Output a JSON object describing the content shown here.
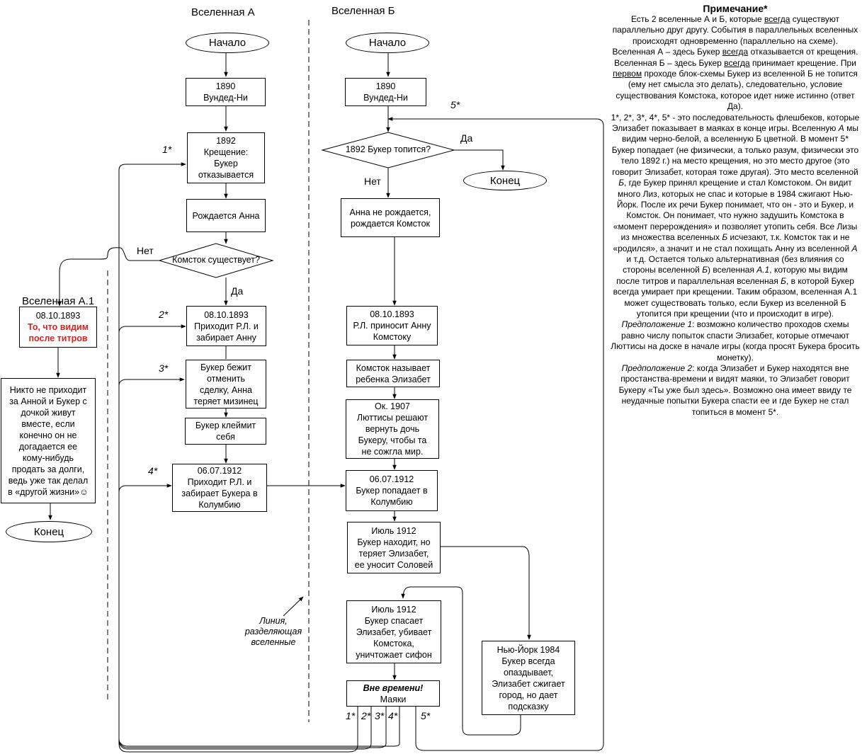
{
  "headers": {
    "universe_a": "Вселенная А",
    "universe_b": "Вселенная Б",
    "universe_a1": "Вселенная А.1"
  },
  "a": {
    "start": "Начало",
    "b1890": "1890\nВундед-Ни",
    "b1892": "1892\nКрещение:\nБукер\nотказывается",
    "anna_born": "Рождается Анна",
    "comstock_q": "Комсток существует?",
    "no": "Нет",
    "yes": "Да",
    "b08": "08.10.1893\nПриходит Р.Л. и\nзабирает Анну",
    "runs": "Букер бежит\nотменить\nсделку, Анна\nтеряет мизинец",
    "brand": "Букер клеймит\nсебя",
    "b06": "06.07.1912\nПриходит Р.Л. и\nзабирает Букера в\nКолумбию"
  },
  "a1": {
    "date": "08.10.1893",
    "after_titles": "То, что видим\nпосле титров",
    "nobody": "Никто не приходит\nза Анной и Букер с\nдочкой живут\nвместе, если\nконечно он не\nдогадается ее\nкому-нибудь\nпродать за долги,\nведь уже так делал\nв «другой жизни»☺",
    "end": "Конец"
  },
  "b": {
    "start": "Начало",
    "b1890": "1890\nВундед-Ни",
    "drown_q": "1892 Букер топится?",
    "yes": "Да",
    "no": "Нет",
    "end": "Конец",
    "anna_not": "Анна не рождается,\nрождается Комсток",
    "b08": "08.10.1893\nР.Л. приносит Анну\nКомстоку",
    "names": "Комсток называет\nребенка Элизабет",
    "b1907": "Ок. 1907\nЛюттисы решают\nвернуть дочь\nБукеру, чтобы та\nне сожгла мир.",
    "b06": "06.07.1912\nБукер попадает в\nКолумбию",
    "july_lose": "Июль 1912\nБукер находит, но\nтеряет Элизабет,\nее уносит Соловей",
    "july_save": "Июль 1912\nБукер спасает\nЭлизабет, убивает\nКомстока,\nуничтожает сифон",
    "out_of_time": "Вне времени!",
    "lighthouses": "Маяки",
    "ny1984": "Нью-Йорк 1984\nБукер всегда\nопаздывает,\nЭлизабет сжигает\nгород, но дает\nподсказку"
  },
  "steps": [
    "1*",
    "2*",
    "3*",
    "4*",
    "5*"
  ],
  "divider_label": "Линия,\nразделяющая\nвселенные",
  "note": {
    "title": "Примечание*",
    "p1_html": "Есть 2 вселенные А и Б, которые <span class='u'>всегда</span> существуют параллельно друг другу. События в параллельных вселенных происходят одновременно (параллельно на схеме). Вселенная А – здесь Букер <span class='u'>всегда</span> отказывается от крещения. Вселенная Б – здесь Букер <span class='u'>всегда</span> принимает крещение. При <span class='u'>первом</span> проходе блок-схемы Букер из вселенной Б не топится (ему нет смысла это делать), следовательно, условие существования Комстока, которое идет ниже истинно (ответ Да).",
    "p2_html": "1*, 2*, 3*, 4*, 5* - это последовательность флешбеков, которые Элизабет показывает в маяках в конце игры. Вселенную <span class='i'>А</span> мы видим черно-белой, а вселенную Б цветной. В момент 5* Букер попадает (не физически, а только разум, физически это тело 1892 г.) на место крещения, но это место другое (это говорит Элизабет, которая тоже другая). Это место вселенной <span class='i'>Б</span>, где Букер принял крещение и стал Комстоком. Он видит много Лиз, которых не спас и которые в 1984 сжигают Нью-Йорк. После их речи Букер понимает, что он - это и Букер, и Комсток. Он понимает, что нужно задушить Комстока в «момент перерождения» и позволяет утопить себя. Все Лизы из множества вселенных <span class='i'>Б</span> исчезают, т.к. Комсток так и не «родился», а значит и не стал похищать Анну из вселенной <span class='i'>А</span> и т.д. Остается только альтернативная (без влияния со стороны вселенной <span class='i'>Б</span>) вселенная <span class='i'>А.1</span>, которую мы видим после титров и параллельная вселенная <span class='i'>Б</span>, в которой Букер всегда умирает при крещении. Таким образом, вселенная А.1 может существовать только, если Букер из вселенной Б утопится при крещении (что и происходит в игре).",
    "p3_html": "<span class='i'>Предположение 1</span>: возможно количество проходов схемы равно числу попыток спасти Элизабет, которые отмечают Люттисы на доске в начале игры (когда просят Букера бросить монетку).",
    "p4_html": "<span class='i'>Предположение 2</span>: когда Элизабет и Букер находятся вне простанства-времени и видят маяки, то Элизабет говорит Букеру «Ты уже был здесь». Возможно она имеет ввиду те неудачные попытки Букера спасти ее и где Букер не стал топиться в момент 5*."
  }
}
